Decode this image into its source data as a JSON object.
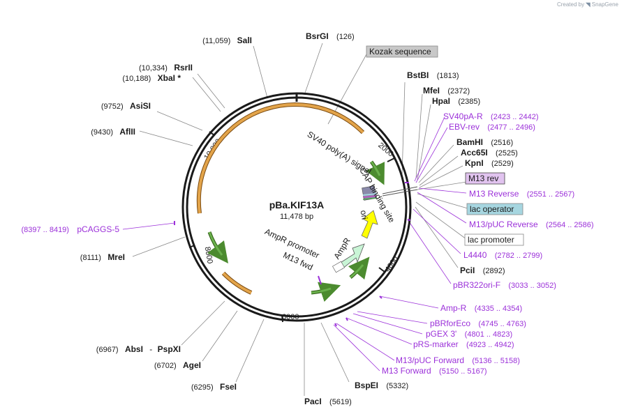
{
  "credit": {
    "created_by": "Created by",
    "brand": "SnapGene"
  },
  "plasmid": {
    "name": "pBa.KIF13A",
    "size_label": "11,478 bp",
    "total_bp": 11478
  },
  "ticks": [
    {
      "label": "2000",
      "bp": 2000
    },
    {
      "label": "4000",
      "bp": 4000
    },
    {
      "label": "6000",
      "bp": 6000
    },
    {
      "label": "8000",
      "bp": 8000
    },
    {
      "label": "10,000",
      "bp": 10000
    }
  ],
  "sites": [
    {
      "name": "SalI",
      "pos": "(11,059)"
    },
    {
      "name": "RsrII",
      "pos": "(10,334)"
    },
    {
      "name": "XbaI *",
      "pos": "(10,188)"
    },
    {
      "name": "AsiSI",
      "pos": "(9752)"
    },
    {
      "name": "AflII",
      "pos": "(9430)"
    },
    {
      "name": "MreI",
      "pos": "(8111)"
    },
    {
      "name": "AbsI",
      "pos": "(6967)",
      "extra": "PspXI"
    },
    {
      "name": "AgeI",
      "pos": "(6702)"
    },
    {
      "name": "FseI",
      "pos": "(6295)"
    },
    {
      "name": "PacI",
      "pos": "(5619)"
    },
    {
      "name": "BspEI",
      "pos": "(5332)"
    },
    {
      "name": "BsrGI",
      "pos": "(126)"
    },
    {
      "name": "BstBI",
      "pos": "(1813)"
    },
    {
      "name": "MfeI",
      "pos": "(2372)"
    },
    {
      "name": "HpaI",
      "pos": "(2385)"
    },
    {
      "name": "BamHI",
      "pos": "(2516)"
    },
    {
      "name": "Acc65I",
      "pos": "(2525)"
    },
    {
      "name": "KpnI",
      "pos": "(2529)"
    },
    {
      "name": "PciI",
      "pos": "(2892)"
    }
  ],
  "primers": [
    {
      "name": "pCAGGS-5",
      "range": "(8397 .. 8419)"
    },
    {
      "name": "SV40pA-R",
      "range": "(2423 .. 2442)"
    },
    {
      "name": "EBV-rev",
      "range": "(2477 .. 2496)"
    },
    {
      "name": "M13 Reverse",
      "range": "(2551 .. 2567)"
    },
    {
      "name": "M13/pUC Reverse",
      "range": "(2564 .. 2586)"
    },
    {
      "name": "L4440",
      "range": "(2782 .. 2799)"
    },
    {
      "name": "pBR322ori-F",
      "range": "(3033 .. 3052)"
    },
    {
      "name": "Amp-R",
      "range": "(4335 .. 4354)"
    },
    {
      "name": "pBRforEco",
      "range": "(4745 .. 4763)"
    },
    {
      "name": "pGEX 3'",
      "range": "(4801 .. 4823)"
    },
    {
      "name": "pRS-marker",
      "range": "(4923 .. 4942)"
    },
    {
      "name": "M13/pUC Forward",
      "range": "(5136 .. 5158)"
    },
    {
      "name": "M13 Forward",
      "range": "(5150 .. 5167)"
    }
  ],
  "boxed_features": [
    {
      "name": "Kozak sequence",
      "fill": "#c8c8c8"
    },
    {
      "name": "M13 rev",
      "fill": "#e1c3ef"
    },
    {
      "name": "lac operator",
      "fill": "#a6d6e0"
    },
    {
      "name": "lac promoter",
      "fill": "#ffffff"
    }
  ],
  "inner_features": [
    {
      "name": "SV40 poly(A) signal"
    },
    {
      "name": "CAP binding site"
    },
    {
      "name": "ori"
    },
    {
      "name": "AmpR"
    },
    {
      "name": "AmpR promoter"
    },
    {
      "name": "M13 fwd"
    }
  ],
  "colors": {
    "backbone": "#1a1a1a",
    "enzyme_line": "#888888",
    "primer": "#9b30d9",
    "orange_feature": "#e3a44a",
    "green_feature": "#6ab04c",
    "ori": "#ffff00",
    "ampr": "#c9f5d6"
  }
}
